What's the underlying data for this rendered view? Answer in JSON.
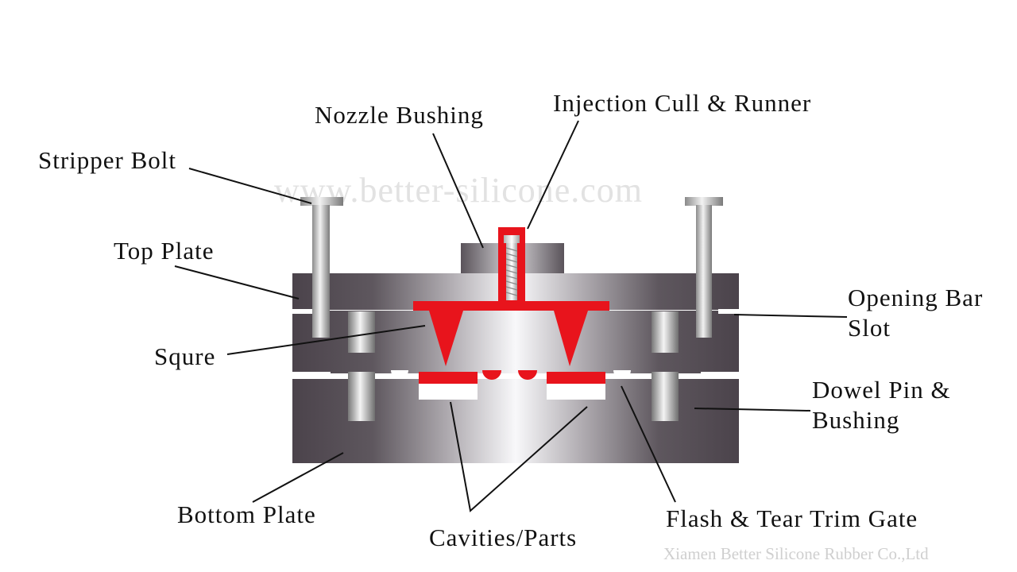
{
  "watermark": "www.better-silicone.com",
  "credit": "Xiamen Better Silicone Rubber Co.,Ltd",
  "labels": {
    "stripper_bolt": "Stripper Bolt",
    "nozzle_bushing": "Nozzle Bushing",
    "injection_cull_runner": "Injection Cull & Runner",
    "top_plate": "Top Plate",
    "opening_bar_line1": "Opening Bar",
    "opening_bar_line2": "Slot",
    "squre": "Squre",
    "dowel_line1": "Dowel Pin &",
    "dowel_line2": "Bushing",
    "bottom_plate": "Bottom Plate",
    "cavities_parts": "Cavities/Parts",
    "flash_trim_gate": "Flash & Tear Trim Gate"
  },
  "colors": {
    "plate_dark": "#4b434b",
    "plate_light": "#f8f8fa",
    "rubber_red": "#e8141c",
    "pin_light": "#eeeeee",
    "pin_dark": "#6e6e6e"
  }
}
